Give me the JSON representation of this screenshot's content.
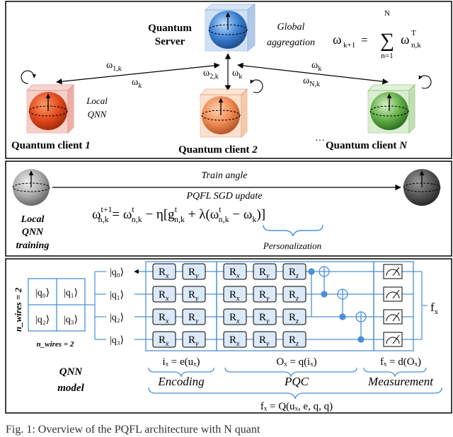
{
  "panel1": {
    "server_label_line1": "Quantum",
    "server_label_line2": "Server",
    "global_agg_line1": "Global",
    "global_agg_line2": "aggregation",
    "agg_formula_lhs": "ω",
    "agg_formula_lhs_sub": "k+1",
    "agg_formula_eq": "=",
    "agg_sum_top": "N",
    "agg_sum_bottom": "n=1",
    "agg_formula_term": "ω",
    "agg_formula_term_sub": "n,k",
    "agg_formula_term_sup": "T",
    "link_left_up": "ω",
    "link_left_up_sub": "1,k",
    "link_left_down": "ω",
    "link_left_down_sub": "k",
    "link_mid_up": "ω",
    "link_mid_up_sub": "2,k",
    "link_mid_down": "ω",
    "link_mid_down_sub": "k",
    "link_right_up": "ω",
    "link_right_up_sub": "k",
    "link_right_down": "ω",
    "link_right_down_sub": "N,k",
    "local_qnn_line1": "Local",
    "local_qnn_line2": "QNN",
    "client1_prefix": "Quantum client ",
    "client1_num": "1",
    "client2_prefix": "Quantum client ",
    "client2_num": "2",
    "ellipsis": "···",
    "clientN_prefix": "Quantum client ",
    "clientN_num": "N",
    "colors": {
      "server": "#3a7fd0",
      "client1": "#e24a1c",
      "client2": "#ef8a52",
      "clientN": "#63b04a"
    }
  },
  "panel2": {
    "local_line1": "Local",
    "local_line2": "QNN",
    "local_line3": "training",
    "train_angle": "Train angle",
    "sgd_update": "PQFL SGD update",
    "personalization": "Personalization",
    "eq": {
      "lhs": "ω",
      "lhs_sub": "n,k",
      "lhs_sup": "t+1",
      "equals": " = ",
      "w": "ω",
      "w_sub": "n,k",
      "w_sup": "t",
      "minus_eta": " − η[g",
      "g_sub": "n,k",
      "g_sup": "t",
      "plus_lambda": " + λ(ω",
      "w2_sub": "n,k",
      "w2_sup": "t",
      "minus_w": " − ω",
      "wk_sub": "k",
      "close": ")]"
    }
  },
  "panel3": {
    "n_wires_side": "n_wires = 2",
    "n_wires_bottom": "n_wires = 2",
    "grid": [
      "|q₀⟩",
      "|q₁⟩",
      "|q₂⟩",
      "|q₃⟩"
    ],
    "wires": [
      "|q₀⟩",
      "|q₁⟩",
      "|q₂⟩",
      "|q₃⟩"
    ],
    "enc_gates": [
      "R",
      "R"
    ],
    "enc_subs": [
      "x",
      "y"
    ],
    "pqc_gates": [
      "R",
      "R",
      "R"
    ],
    "pqc_subs": [
      "x",
      "y",
      "z"
    ],
    "output": "f",
    "output_sub": "x",
    "qnn_line1": "QNN",
    "qnn_line2": "model",
    "enc_formula": "iₓ = e(uₓ)",
    "pqc_formula": "Oₓ = q(iₓ)",
    "meas_formula": "fₓ = d(Oₓ)",
    "encoding": "Encoding",
    "pqc": "PQC",
    "measurement": "Measurement",
    "bottom_formula": "fₓ = Q(uₓ, e, q, q)",
    "wire_color": "#4a90d9"
  },
  "caption": "Fig. 1: Overview of the PQFL architecture with N quant"
}
